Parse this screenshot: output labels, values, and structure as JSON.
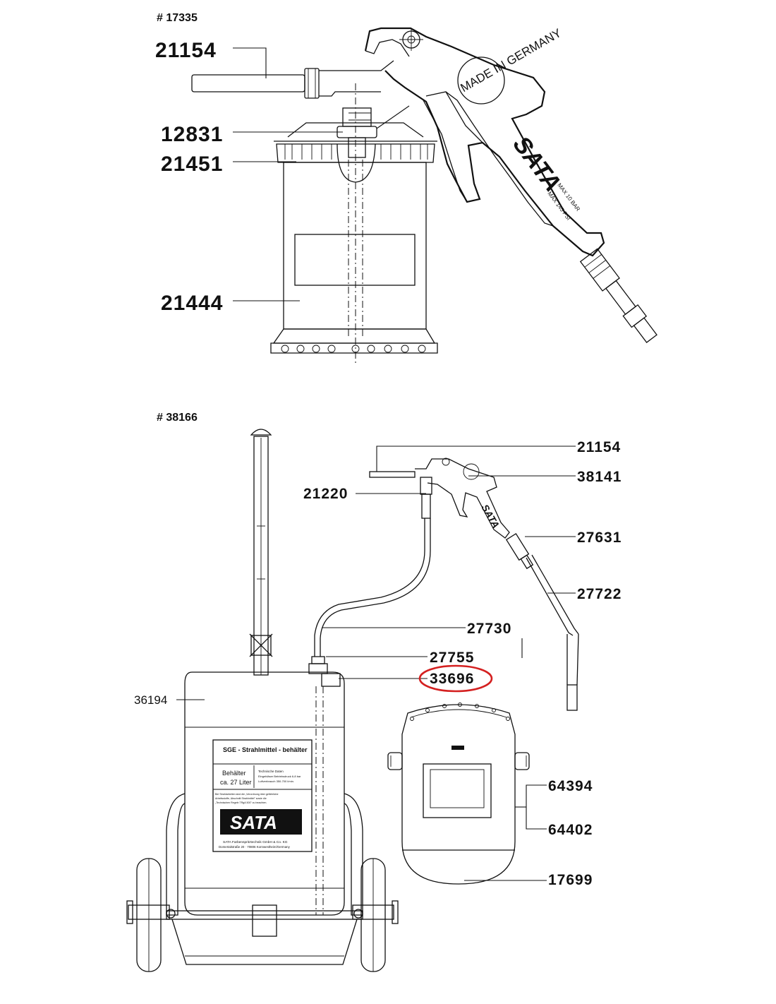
{
  "assemblies": [
    {
      "number": "# 17335",
      "parts": [
        "21154",
        "12831",
        "21451",
        "21444"
      ],
      "gun_markings": {
        "stamp": "MADE IN GERMANY",
        "brand": "SATA",
        "pressure": "MAX 10 BAR",
        "pressure_psi": "MAX 145 PSI"
      }
    },
    {
      "number": "# 38166",
      "parts": [
        "21154",
        "38141",
        "21220",
        "27631",
        "27722",
        "27730",
        "27755",
        "33696",
        "36194",
        "64394",
        "64402",
        "17699"
      ],
      "highlighted_part": "33696",
      "highlight_color": "#d42020",
      "container_label": {
        "title": "SGE - Strahlmittel - behälter",
        "capacity_line1": "Behälter",
        "capacity_line2": "ca. 27 Liter",
        "tech_data_heading": "Technische Daten",
        "tech_data_line1": "Eingebläser Betriebsdruck 6-8 bar",
        "tech_data_line2": "Luftverbrauch 350-700 l/min.",
        "warning_line1": "Bei Strahlarbeiten sind die „Verordnung über gefährliche",
        "warning_line2": "Arbeitsstoffe, Abschnitt Strahlmittel\" sowie die",
        "warning_line3": "„Technischen Regeln TRgA 500\" zu beachten.",
        "brand": "SATA",
        "company_line1": "SATA Farbenspritztechnik GmbH & Co. KG",
        "company_line2": "Domertalstraße 20 · 70806 Kornwestheim/Germany"
      }
    }
  ]
}
